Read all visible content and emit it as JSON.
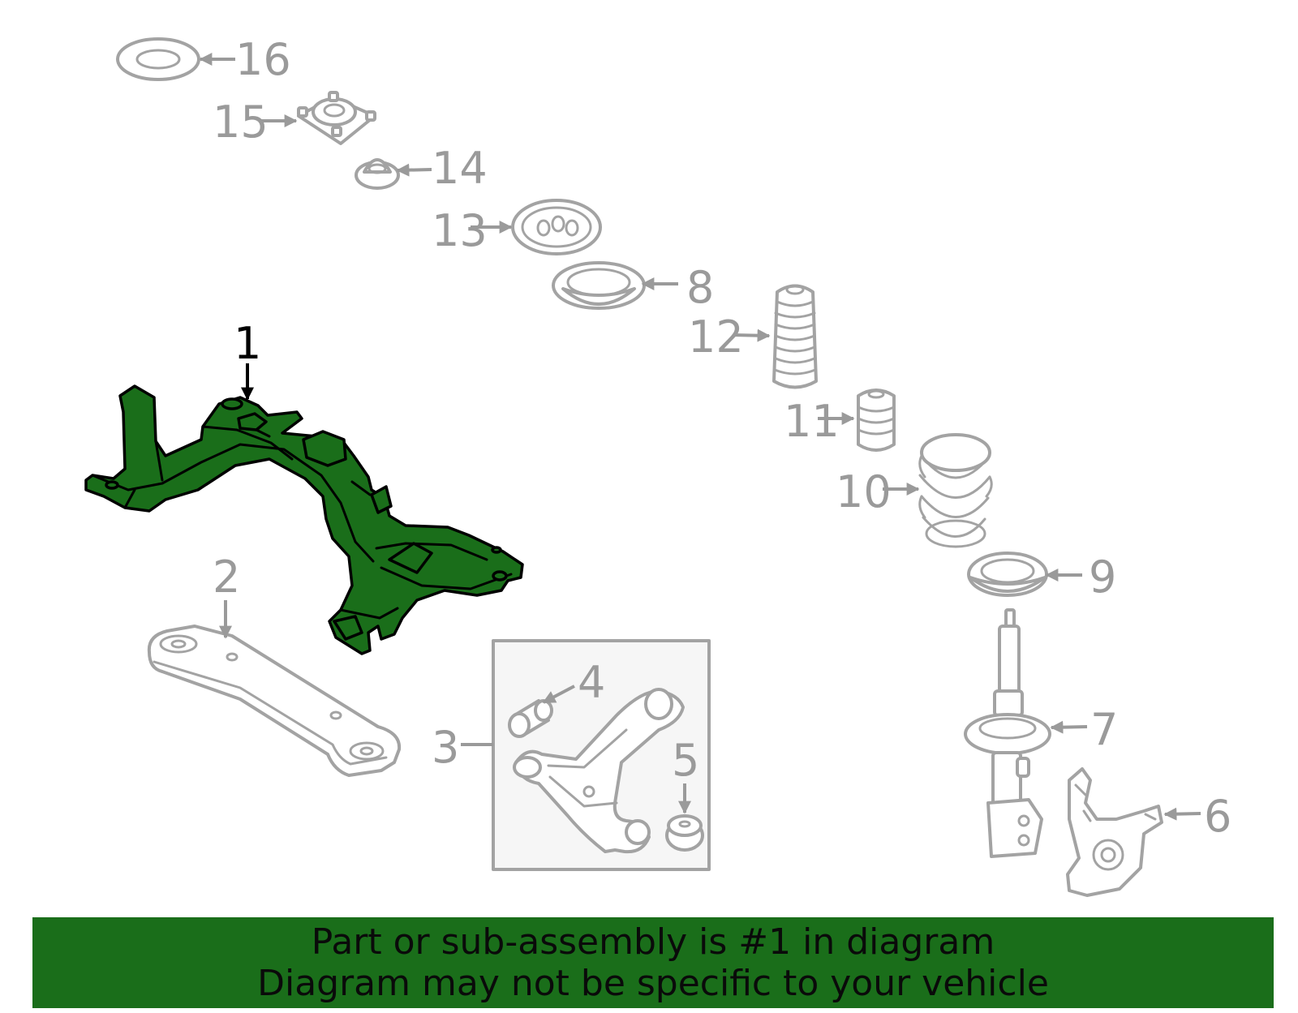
{
  "colors": {
    "highlight_fill": "#1a6e1a",
    "banner_background": "#1a6e1a",
    "part_outline": "#a3a3a3",
    "callout_text": "#9a9a9a",
    "active_callout": "#000000"
  },
  "callouts": {
    "c1": "1",
    "c2": "2",
    "c3": "3",
    "c4": "4",
    "c5": "5",
    "c6": "6",
    "c7": "7",
    "c8": "8",
    "c9": "9",
    "c10": "10",
    "c11": "11",
    "c12": "12",
    "c13": "13",
    "c14": "14",
    "c15": "15",
    "c16": "16"
  },
  "banner": {
    "line1": "Part or sub-assembly is #1 in diagram",
    "line2": "Diagram may not be specific to your vehicle"
  }
}
